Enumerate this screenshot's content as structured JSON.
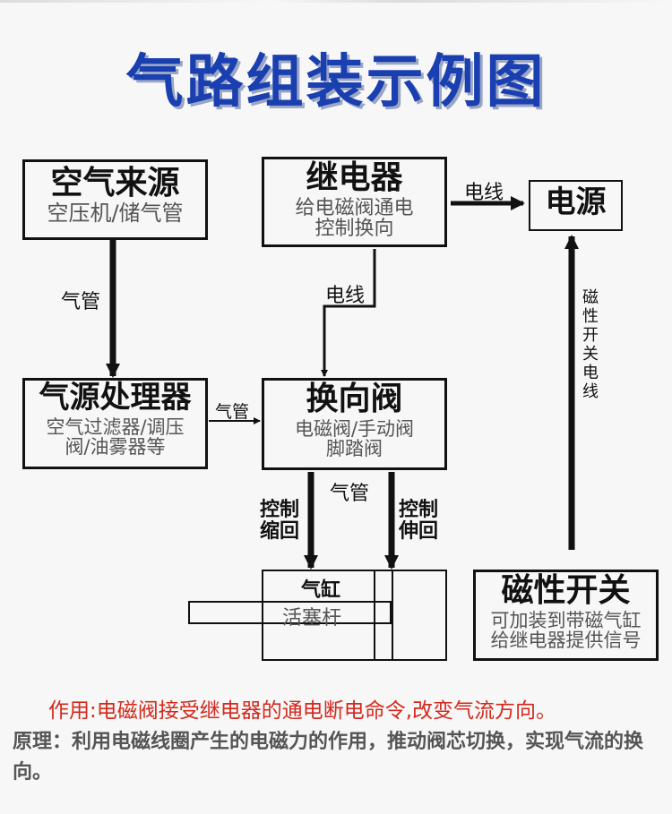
{
  "title": "气路组装示例图",
  "nodes": {
    "air_source": {
      "title": "空气来源",
      "sub": [
        "空压机/储气管"
      ]
    },
    "relay": {
      "title": "继电器",
      "sub": [
        "给电磁阀通电",
        "控制换向"
      ]
    },
    "power": {
      "title": "电源"
    },
    "treatment": {
      "title": "气源处理器",
      "sub": [
        "空气过滤器/调压",
        "阀/油雾器等"
      ]
    },
    "valve": {
      "title": "换向阀",
      "sub": [
        "电磁阀/手动阀",
        "脚踏阀"
      ]
    },
    "cylinder": {
      "title": "气缸",
      "rod": "活塞杆"
    },
    "sensor": {
      "title": "磁性开关",
      "sub": [
        "可加装到带磁气缸",
        "给继电器提供信号"
      ]
    }
  },
  "edges": {
    "relay_power": "电线",
    "source_treatment": "气管",
    "relay_valve": "电线",
    "treatment_valve": "气管",
    "valve_cylinder": "气管",
    "retract": [
      "控制",
      "缩回"
    ],
    "extend": [
      "控制",
      "伸回"
    ],
    "sensor_power": "磁性开关电线"
  },
  "footer": {
    "function": "作用:电磁阀接受继电器的通电断电命令,改变气流方向。",
    "principle": "原理：利用电磁线圈产生的电磁力的作用，推动阀芯切换，实现气流的换向。"
  }
}
